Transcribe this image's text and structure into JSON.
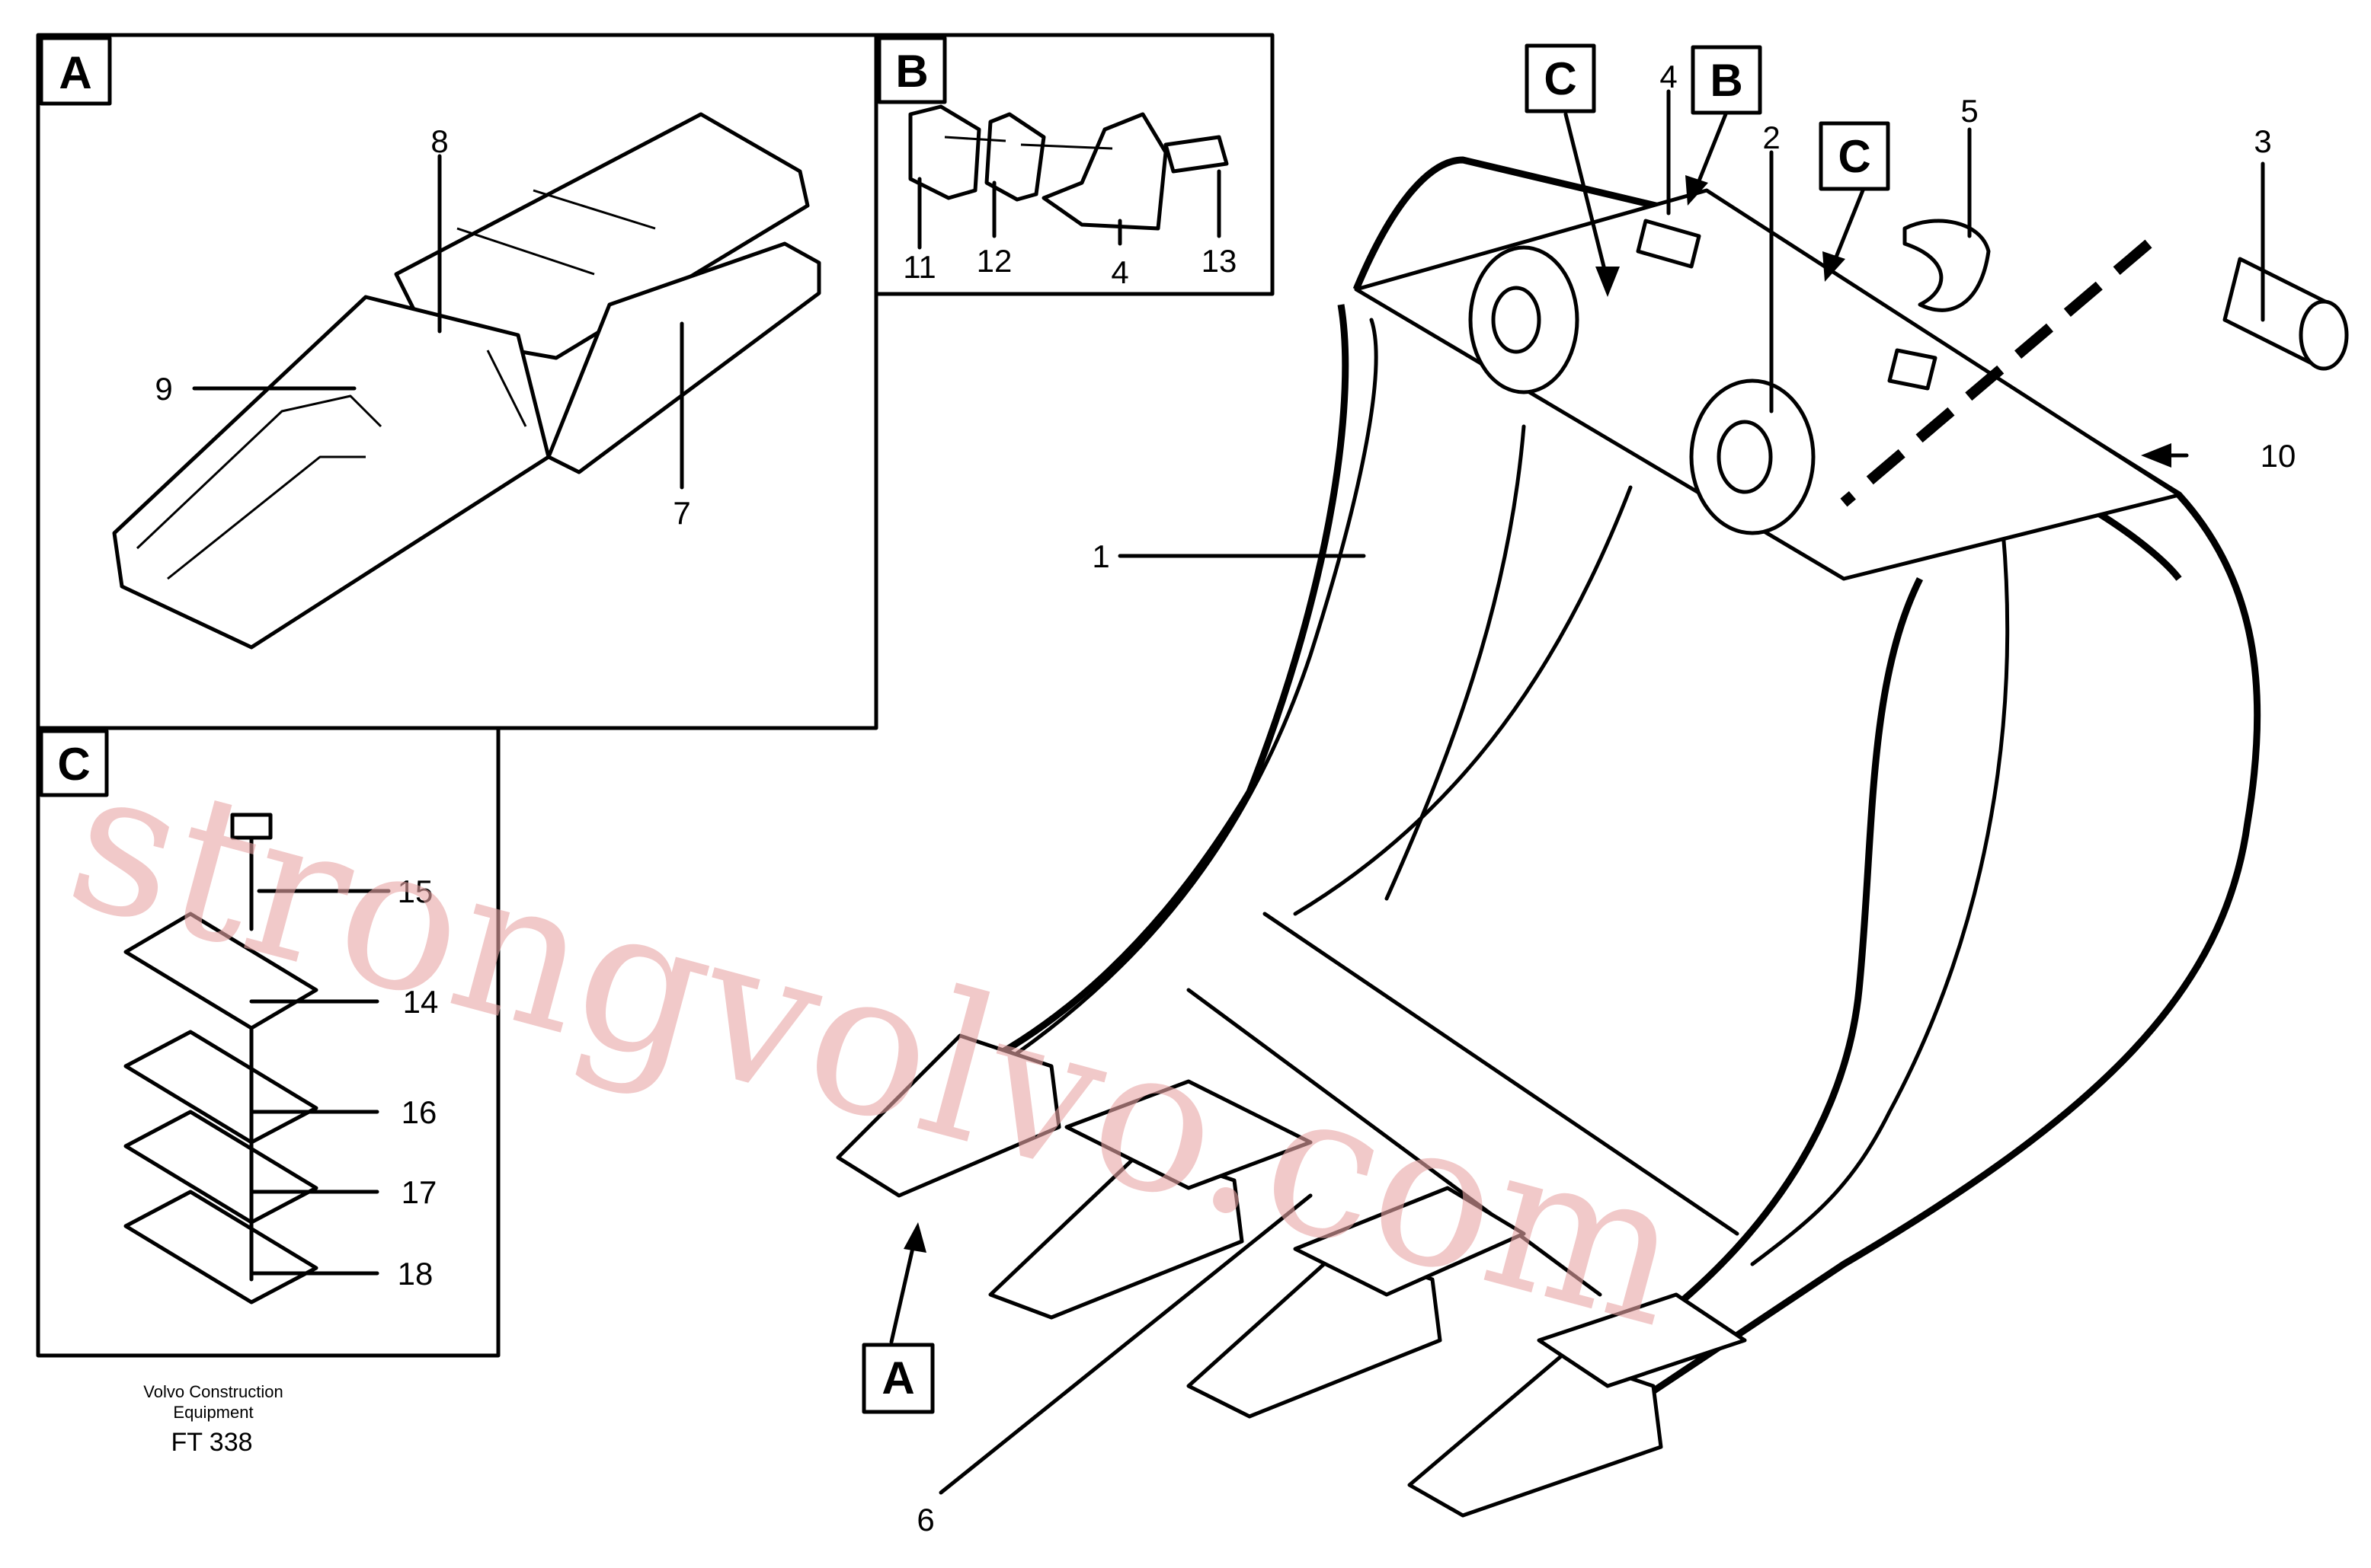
{
  "detail_labels": {
    "a": "A",
    "b": "B",
    "c": "C"
  },
  "callouts": {
    "n1": "1",
    "n2": "2",
    "n3": "3",
    "n4a": "4",
    "n4b": "4",
    "n5": "5",
    "n6": "6",
    "n7": "7",
    "n8": "8",
    "n9": "9",
    "n10": "10",
    "n11": "11",
    "n12": "12",
    "n13": "13",
    "n14": "14",
    "n15": "15",
    "n16": "16",
    "n17": "17",
    "n18": "18"
  },
  "pointer_labels": {
    "c1": "C",
    "b1": "B",
    "c2": "C",
    "a1": "A"
  },
  "footer": {
    "line1": "Volvo Construction",
    "line2": "Equipment",
    "code": "FT 338"
  },
  "watermark": "strongvolvo.com"
}
